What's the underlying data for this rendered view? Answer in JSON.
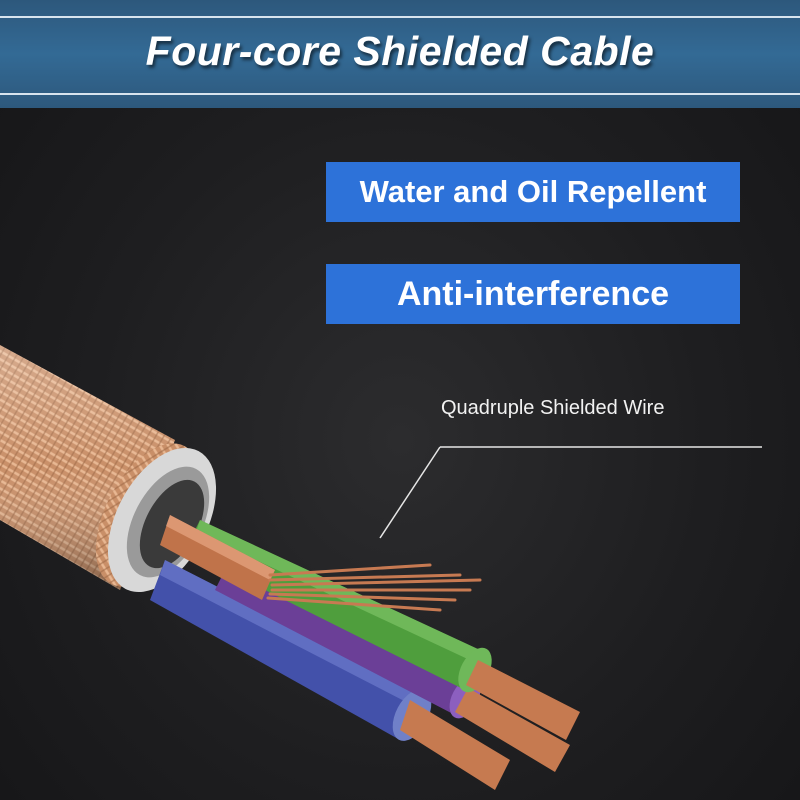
{
  "header": {
    "title": "Four-core Shielded Cable"
  },
  "features": [
    {
      "label": "Water and Oil Repellent"
    },
    {
      "label": "Anti-interference"
    }
  ],
  "callout": {
    "label": "Quadruple Shielded Wire"
  },
  "colors": {
    "banner": "#2f5f86",
    "feature_box": "#2d72d9",
    "background": "#1e1e20",
    "braid": "#c9906a",
    "copper": "#c77a52",
    "green_core": "#4e9d3c",
    "purple_core": "#6a3f96",
    "blue_core": "#4250a8"
  }
}
